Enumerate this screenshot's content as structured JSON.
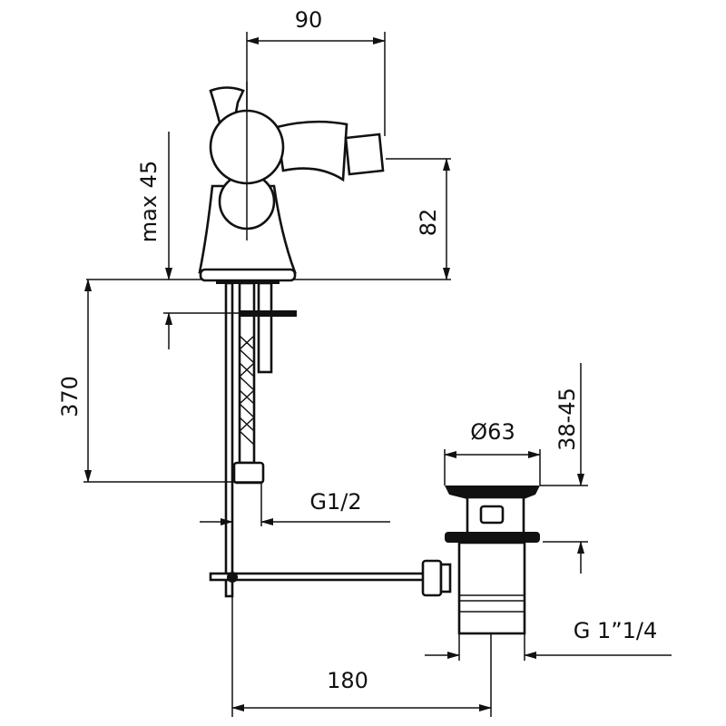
{
  "drawing": {
    "dimensions": {
      "spout_reach": "90",
      "spout_height": "82",
      "max_deck_thickness": "max 45",
      "hose_length": "370",
      "hose_thread": "G1/2",
      "waste_diameter": "Ø63",
      "waste_deck_thickness": "38-45",
      "waste_thread": "G 1”1/4",
      "rod_distance": "180"
    },
    "line_color": "#111111",
    "background": "#ffffff"
  }
}
